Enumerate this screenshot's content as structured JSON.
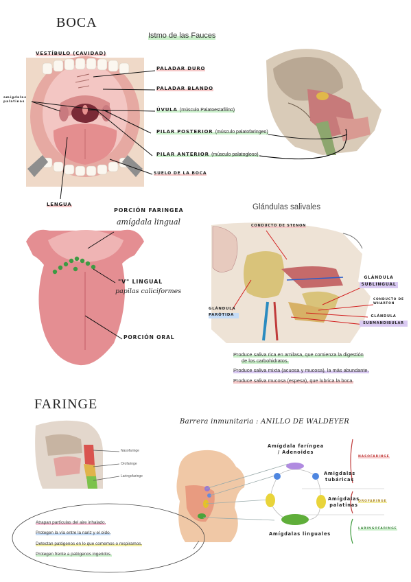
{
  "boca": {
    "title": "BOCA",
    "istmo": "Istmo de las Fauces",
    "vestibulo": "VESTÍBULO (CAVIDAD)",
    "amigdalas_palatinas": "amígdalas palatinas",
    "paladar_duro": "PALADAR DURO",
    "paladar_blando": "PALADAR BLANDO",
    "uvula": "ÚVULA",
    "uvula_note": "(músculo Palatoestafilino)",
    "pilar_posterior": "PILAR POSTERIOR",
    "pilar_posterior_note": "(músculo palatofaringeo)",
    "pilar_anterior": "PILAR ANTERIOR",
    "pilar_anterior_note": "(músculo palatogloso)",
    "suelo": "SUELO DE LA BOCA",
    "lengua": "LENGUA"
  },
  "lengua": {
    "porcion_faringea": "PORCIÓN FARINGEA",
    "amigdala_lingual": "amígdala lingual",
    "v_lingual": "\"V\" LINGUAL",
    "papilas": "papilas caliciformes",
    "porcion_oral": "PORCIÓN ORAL"
  },
  "glandulas": {
    "title": "Glándulas salivales",
    "conducto_stenon": "CONDUCTO DE STENON",
    "parotida": "GLÁNDULA PARÓTIDA",
    "sublingual": "GLÁNDULA SUBLINGUAL",
    "conducto_wharton": "CONDUCTO DE WHARTON",
    "submandibular": "GLÁNDULA SUBMANDIBULAR",
    "notes": [
      "Produce saliva rica en amilasa, que comienza la digestión",
      "de los carbohidratos.",
      "Produce saliva mixta (acuosa y mucosa), la más abundante.",
      "Produce saliva mucosa (espesa), que lubrica la boca."
    ]
  },
  "faringe": {
    "title": "FARINGE",
    "nasofaringe": "Nasofaringe",
    "orofaringe": "Orofaringe",
    "laringofaringe": "Laringofaringe",
    "barrera": "Barrera inmunitaria : ANILLO DE WALDEYER",
    "faringea": "Amígdala faríngea / Adenoides",
    "tubaricas": "Amigdalas tubáricas",
    "palatinas": "Amígdalas palatinas",
    "linguales": "Amígdalas linguales",
    "r_naso": "NASOFARINGE",
    "r_oro": "OROFARINGE",
    "r_laringo": "LARINGOFARINGE",
    "functions": [
      "Atrapan partículas del aire inhalado.",
      "Protegen la vía entre la nariz y el oído.",
      "Detectan patógenos en lo que comemos o respiramos.",
      "Protegen frente a patógenos ingeridos."
    ]
  }
}
